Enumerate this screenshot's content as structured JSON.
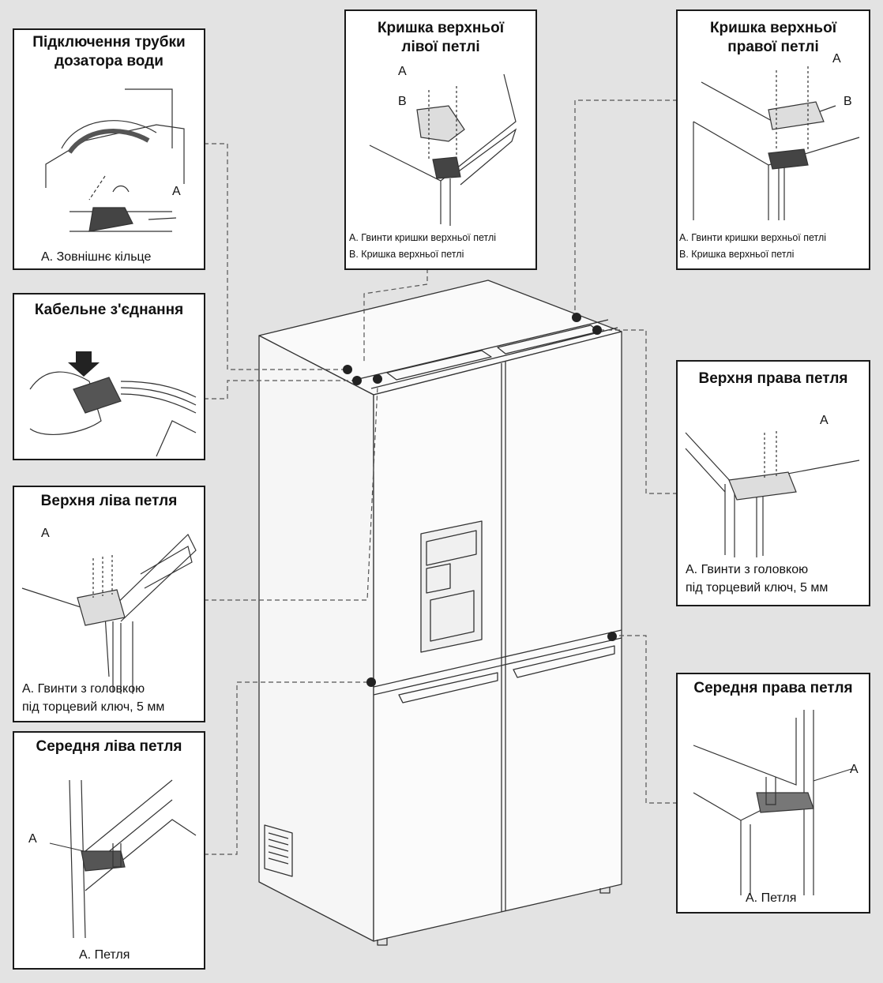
{
  "panels": {
    "water": {
      "title": "Підключення трубки\nдозатора води",
      "label_a": "A",
      "caption": "А. Зовнішнє кільце"
    },
    "cable": {
      "title": "Кабельне з'єднання"
    },
    "top_left_hinge": {
      "title": "Верхня ліва петля",
      "label_a": "A",
      "caption_1": "А. Гвинти з головкою",
      "caption_2": "під торцевий ключ, 5 мм"
    },
    "mid_left_hinge": {
      "title": "Середня ліва петля",
      "label_a": "A",
      "caption": "А. Петля"
    },
    "cover_left": {
      "title": "Кришка верхньої\nлівої петлі",
      "label_a": "A",
      "label_b": "B",
      "caption_1": "А. Гвинти кришки верхньої петлі",
      "caption_2": "В. Кришка верхньої петлі"
    },
    "cover_right": {
      "title": "Кришка верхньої\nправої петлі",
      "label_a": "A",
      "label_b": "B",
      "caption_1": "А. Гвинти кришки верхньої петлі",
      "caption_2": "В. Кришка верхньої петлі"
    },
    "top_right_hinge": {
      "title": "Верхня права петля",
      "label_a": "A",
      "caption_1": "А. Гвинти з головкою",
      "caption_2": "під торцевий ключ, 5 мм"
    },
    "mid_right_hinge": {
      "title": "Середня права петля",
      "label_a": "A",
      "caption": "А. Петля"
    }
  }
}
